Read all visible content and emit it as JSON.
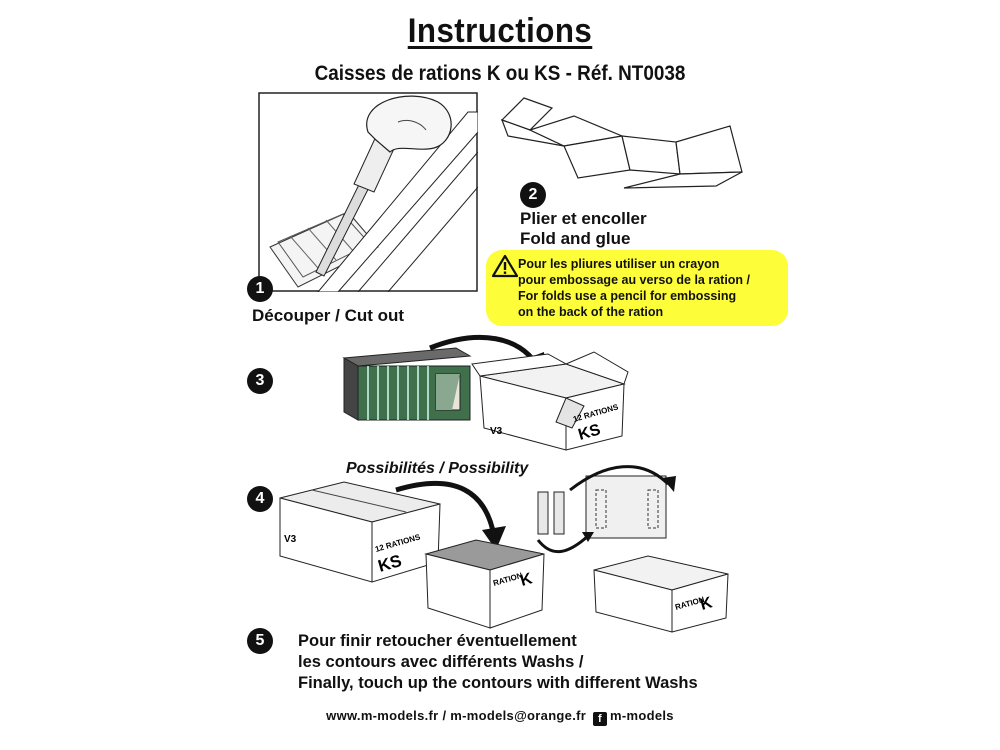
{
  "title": "Instructions",
  "subtitle": "Caisses de rations K ou KS - Réf. NT0038",
  "steps": [
    {
      "number": "1",
      "label": "Découper / Cut out"
    },
    {
      "number": "2",
      "label_line1": "Plier et encoller",
      "label_line2": "Fold and glue"
    },
    {
      "number": "3"
    },
    {
      "number": "4"
    },
    {
      "number": "5",
      "text_line1": "Pour finir retoucher éventuellement",
      "text_line2": "les contours avec différents Washs /",
      "text_line3": "Finally, touch up the contours with different Washs"
    }
  ],
  "warning": {
    "line1": "Pour les pliures utiliser un crayon",
    "line2": "pour embossage au verso de la ration /",
    "line3": "For folds use a pencil for embossing",
    "line4": "on the back of the ration",
    "icon": "warning-triangle-icon",
    "highlight_color": "#fdfd3a"
  },
  "possibility_label": "Possibilités / Possibility",
  "box_labels": {
    "ks": "KS",
    "k": "K",
    "rations": "12 RATIONS",
    "ration": "RATION",
    "v3": "V3"
  },
  "footer": {
    "site": "www.m-models.fr",
    "separator": " / ",
    "email": "m-models@orange.fr",
    "social": "m-models",
    "social_icon": "facebook-icon"
  }
}
